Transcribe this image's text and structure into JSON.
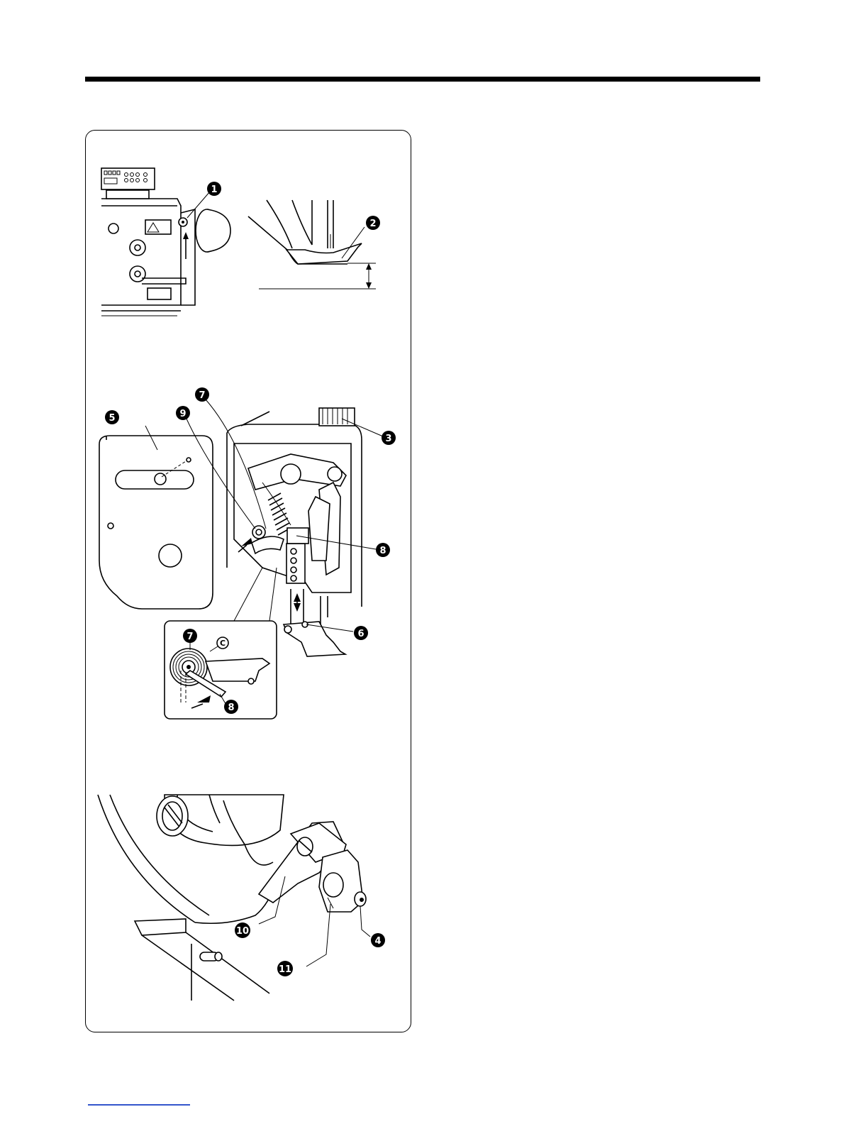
{
  "callouts": {
    "c1": "1",
    "c2": "2",
    "c3": "3",
    "c4": "4",
    "c5": "5",
    "c6": "6",
    "c7a": "7",
    "c7b": "7",
    "c8a": "8",
    "c8b": "8",
    "c9": "9",
    "c10": "10",
    "c11": "11",
    "cC": "C"
  }
}
